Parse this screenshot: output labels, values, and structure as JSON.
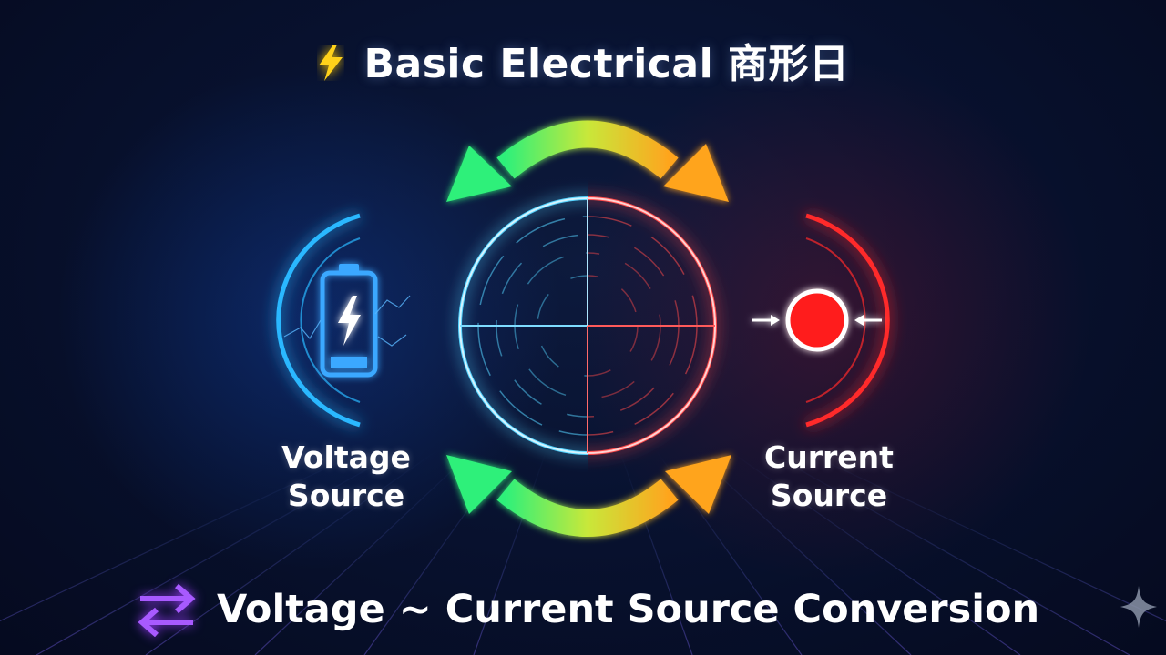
{
  "header": {
    "title": "Basic Electrical 商形日",
    "icon": "lightning-bolt-icon"
  },
  "left_source": {
    "line1": "Voltage",
    "line2": "Source",
    "icon": "battery-icon",
    "color": "#2ab8ff"
  },
  "right_source": {
    "line1": "Current",
    "line2": "Source",
    "icon": "current-source-circle-icon",
    "color": "#ff2a2a"
  },
  "center": {
    "icon": "conversion-circle-icon",
    "arrow_top": "bidirectional-arc-arrow-top",
    "arrow_bottom": "bidirectional-arc-arrow-bottom"
  },
  "footer": {
    "caption": "Voltage ~ Current Source Conversion",
    "icon": "swap-arrows-icon",
    "icon_color": "#9b3cff"
  },
  "colors": {
    "background": "#081230",
    "green": "#3cf06a",
    "orange": "#ffa320",
    "blue": "#35c4ff",
    "red": "#ff3030"
  }
}
